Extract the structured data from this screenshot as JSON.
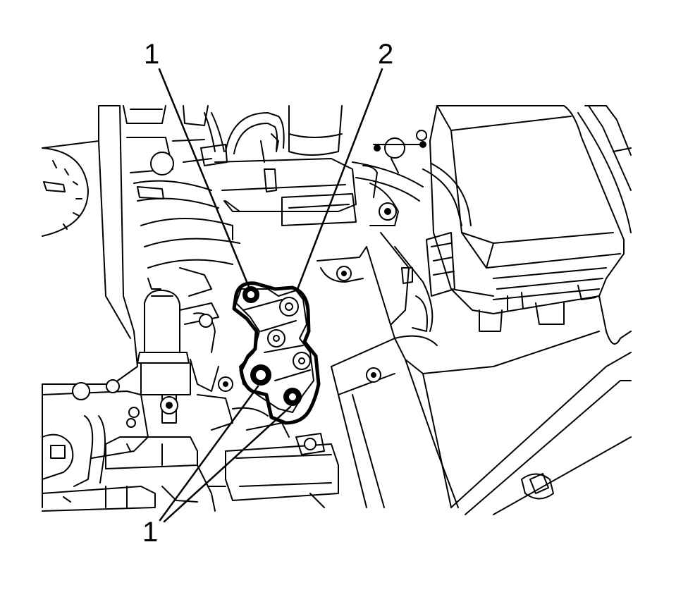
{
  "callouts": [
    {
      "id": "callout-1-top",
      "text": "1"
    },
    {
      "id": "callout-2",
      "text": "2"
    },
    {
      "id": "callout-1-bottom",
      "text": "1"
    }
  ],
  "colors": {
    "line": "#000000",
    "background": "#ffffff"
  }
}
